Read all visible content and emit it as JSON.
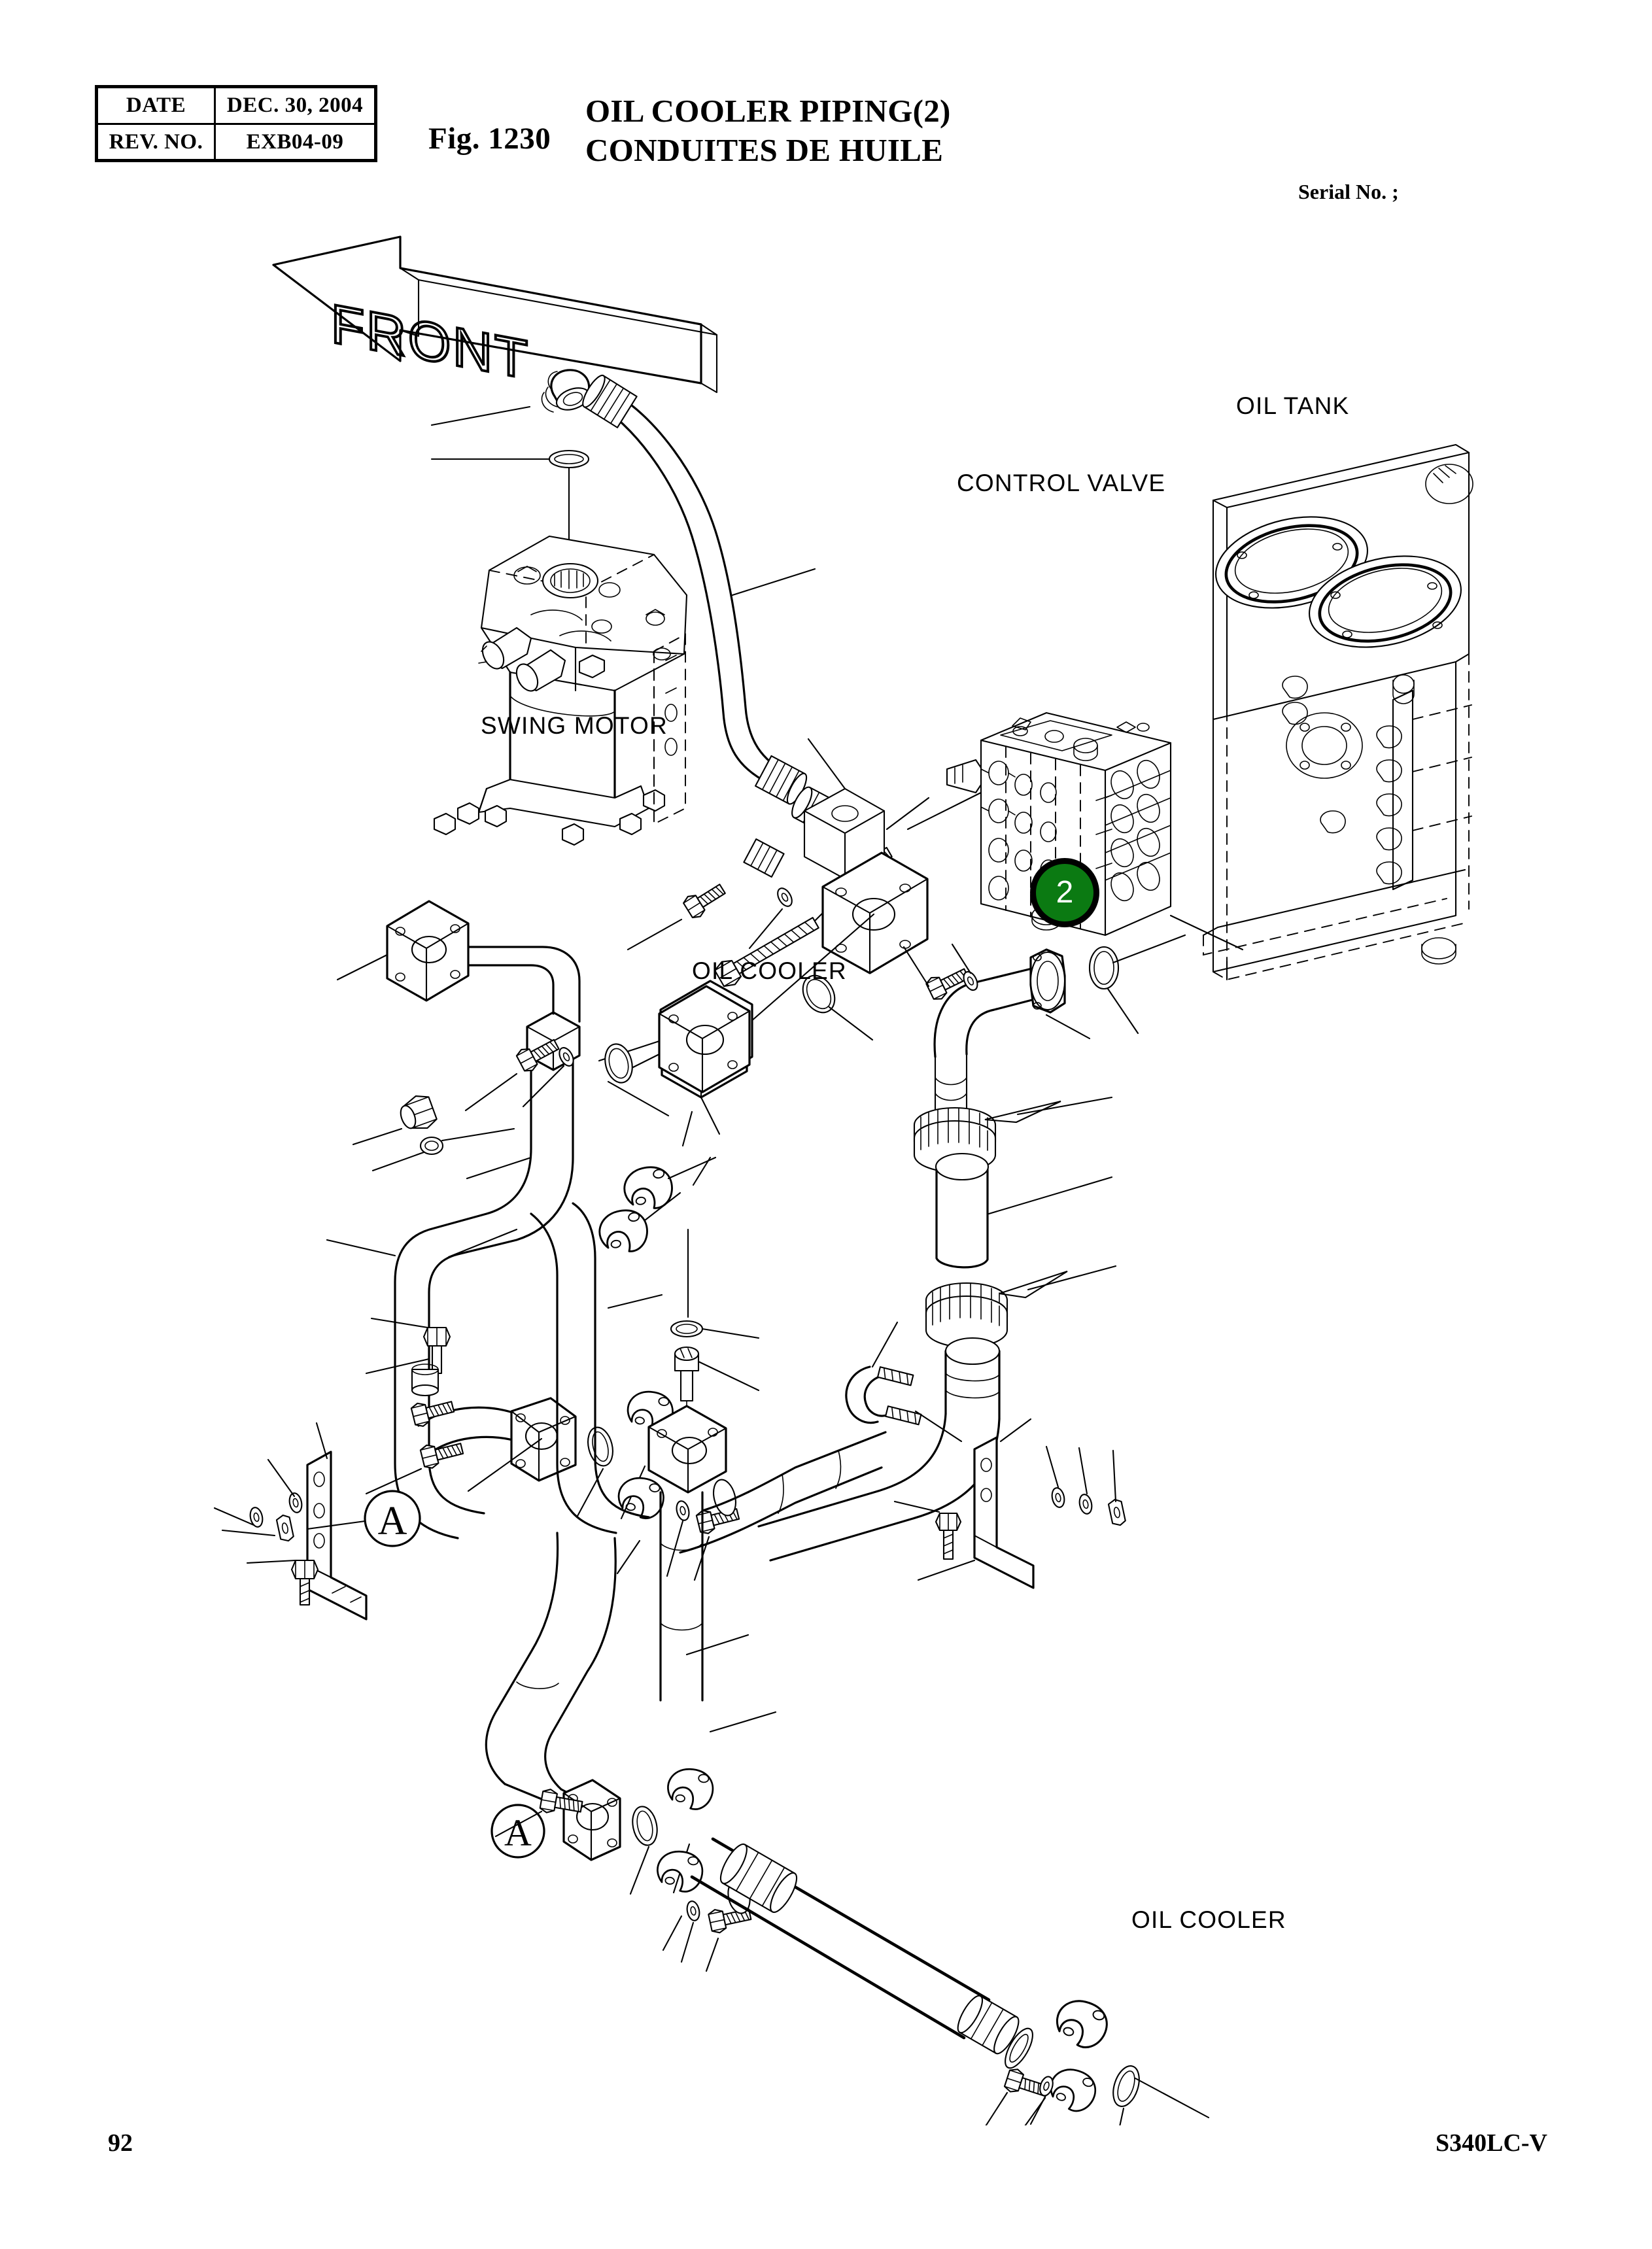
{
  "header": {
    "rows": [
      {
        "key": "DATE",
        "value": "DEC.  30, 2004"
      },
      {
        "key": "REV. NO.",
        "value": "EXB04-09"
      }
    ],
    "fig_number": "Fig. 1230",
    "title_en": "OIL COOLER PIPING(2)",
    "title_fr": "CONDUITES DE HUILE",
    "serial_label": "Serial No. ;"
  },
  "footer": {
    "page_number": "92",
    "model": "S340LC-V"
  },
  "callouts": [
    {
      "id": "2",
      "label": "2",
      "color": "#0b7a12",
      "ring": "#000000",
      "text_color": "#ffffff"
    }
  ],
  "reference_marks": [
    {
      "label": "A"
    },
    {
      "label": "A"
    }
  ],
  "direction_indicator": {
    "label": "FRONT"
  },
  "component_labels": [
    {
      "name": "oil-tank",
      "text": "OIL TANK"
    },
    {
      "name": "control-valve",
      "text": "CONTROL VALVE"
    },
    {
      "name": "swing-motor",
      "text": "SWING MOTOR"
    },
    {
      "name": "oil-cooler-upper",
      "text": "OIL COOLER"
    },
    {
      "name": "oil-cooler-lower",
      "text": "OIL COOLER"
    }
  ]
}
